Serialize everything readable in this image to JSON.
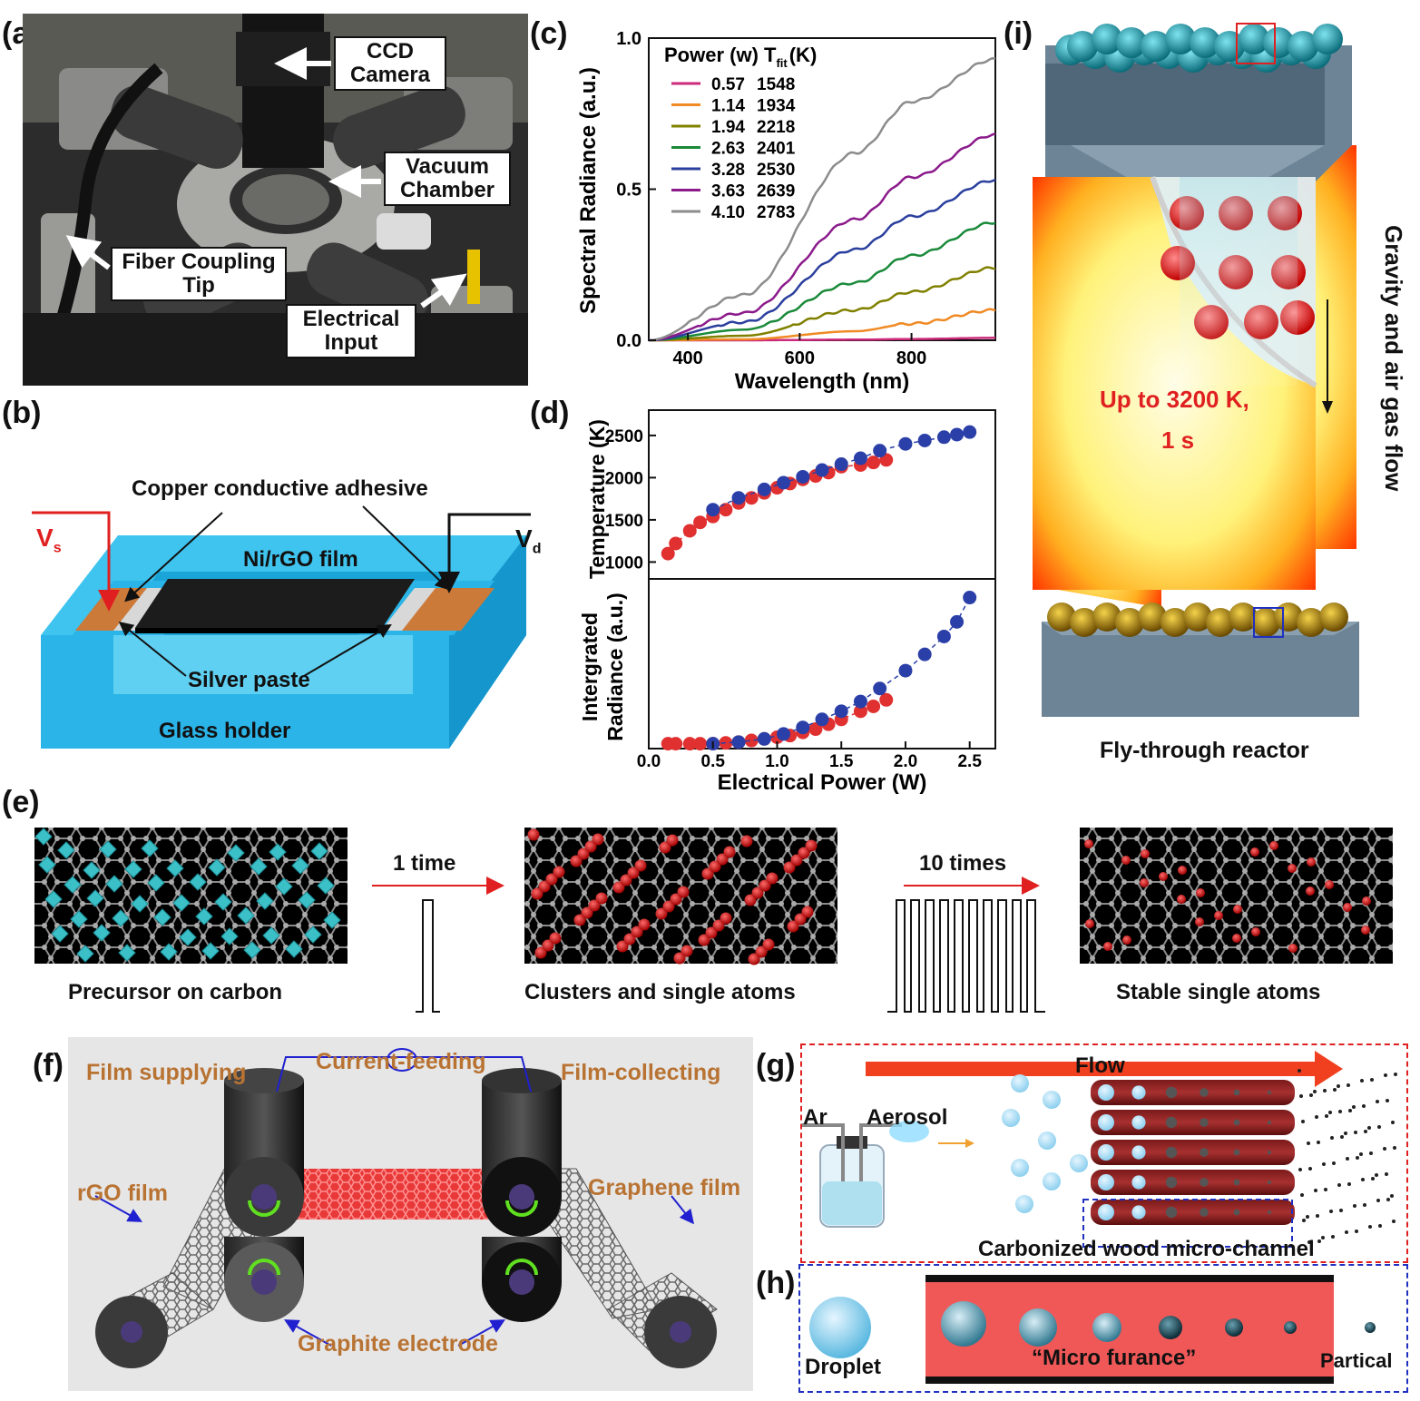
{
  "panels": {
    "a": {
      "label": "(a)",
      "callouts": [
        "CCD Camera",
        "Vacuum Chamber",
        "Fiber Coupling Tip",
        "Electrical Input"
      ]
    },
    "b": {
      "label": "(b)",
      "vs": "V",
      "vs_sub": "s",
      "vd": "V",
      "vd_sub": "d",
      "copper": "Copper conductive adhesive",
      "film": "Ni/rGO film",
      "silver": "Silver paste",
      "glass": "Glass holder"
    },
    "c": {
      "label": "(c)",
      "ylabel": "Spectral Radiance (a.u.)",
      "xlabel": "Wavelength (nm)",
      "legend_title_power": "Power (w)",
      "legend_title_T": "T",
      "legend_title_T_sub": "fit",
      "legend_title_unit": "(K)",
      "xticks": [
        "400",
        "600",
        "800"
      ],
      "yticks": [
        "0.0",
        "0.5",
        "1.0"
      ]
    },
    "d": {
      "label": "(d)",
      "ylabel_top": "Temperature (K)",
      "ylabel_bottom_1": "Intergrated",
      "ylabel_bottom_2": "Radiance (a.u.)",
      "xlabel": "Electrical Power (W)",
      "xticks": [
        "0.0",
        "0.5",
        "1.0",
        "1.5",
        "2.0",
        "2.5"
      ],
      "yticks_top": [
        "1000",
        "1500",
        "2000",
        "2500"
      ]
    },
    "e": {
      "label": "(e)",
      "caption1": "Precursor on carbon",
      "caption2": "Clusters and single atoms",
      "caption3": "Stable single atoms",
      "pulse1": "1 time",
      "pulse2": "10 times"
    },
    "f": {
      "label": "(f)",
      "film_supplying": "Film supplying",
      "current_feeding": "Current-feeding",
      "film_collecting": "Film-collecting",
      "rgo": "rGO film",
      "graphene": "Graphene film",
      "electrode": "Graphite electrode"
    },
    "g": {
      "label": "(g)",
      "flow": "Flow",
      "ar": "Ar",
      "aerosol": "Aerosol",
      "channel": "Carbonized wood micro-channel"
    },
    "h": {
      "label": "(h)",
      "droplet": "Droplet",
      "furnace": "“Micro furance”",
      "partical": "Partical"
    },
    "i": {
      "label": "(i)",
      "temp1": "Up to 3200 K,",
      "temp2": "1 s",
      "gravity": "Gravity and air gas flow",
      "caption": "Fly-through reactor"
    }
  },
  "chart_data": [
    {
      "type": "line",
      "panel": "c",
      "xlabel": "Wavelength (nm)",
      "ylabel": "Spectral Radiance (a.u.)",
      "xlim": [
        330,
        950
      ],
      "ylim": [
        0,
        1.0
      ],
      "legend": "top-left",
      "series": [
        {
          "name": "0.57  1548",
          "power": "0.57",
          "t": "1548",
          "color": "#cc2a7a",
          "x": [
            330,
            500,
            700,
            800,
            950
          ],
          "y": [
            0,
            0,
            0.002,
            0.004,
            0.008
          ]
        },
        {
          "name": "1.14  1934",
          "power": "1.14",
          "t": "1934",
          "color": "#f08a24",
          "x": [
            330,
            500,
            700,
            800,
            950
          ],
          "y": [
            0,
            0.003,
            0.03,
            0.055,
            0.1
          ]
        },
        {
          "name": "1.94  2218",
          "power": "1.94",
          "t": "2218",
          "color": "#808000",
          "x": [
            330,
            500,
            700,
            800,
            950
          ],
          "y": [
            0,
            0.015,
            0.1,
            0.16,
            0.24
          ]
        },
        {
          "name": "2.63  2401",
          "power": "2.63",
          "t": "2401",
          "color": "#1a8a3a",
          "x": [
            330,
            500,
            700,
            800,
            950
          ],
          "y": [
            0,
            0.035,
            0.19,
            0.28,
            0.39
          ]
        },
        {
          "name": "3.28  2530",
          "power": "3.28",
          "t": "2530",
          "color": "#2b3f9e",
          "x": [
            330,
            500,
            700,
            800,
            950
          ],
          "y": [
            0,
            0.06,
            0.3,
            0.41,
            0.53
          ]
        },
        {
          "name": "3.63  2639",
          "power": "3.63",
          "t": "2639",
          "color": "#8b1a8b",
          "x": [
            330,
            500,
            700,
            800,
            950
          ],
          "y": [
            0,
            0.09,
            0.4,
            0.54,
            0.68
          ]
        },
        {
          "name": "4.10  2783",
          "power": "4.10",
          "t": "2783",
          "color": "#8c8c8c",
          "x": [
            330,
            500,
            700,
            800,
            950
          ],
          "y": [
            0,
            0.15,
            0.62,
            0.79,
            0.93
          ]
        }
      ]
    },
    {
      "type": "scatter",
      "panel": "d-top",
      "ylabel": "Temperature (K)",
      "xlim": [
        0,
        2.7
      ],
      "ylim": [
        800,
        2800
      ],
      "series": [
        {
          "name": "",
          "color": "#e03030",
          "x": [
            0.15,
            0.21,
            0.32,
            0.4,
            0.5,
            0.6,
            0.7,
            0.8,
            0.9,
            1.0,
            1.1,
            1.2,
            1.3,
            1.4,
            1.5,
            1.65,
            1.75,
            1.85
          ],
          "y": [
            1100,
            1220,
            1370,
            1470,
            1540,
            1620,
            1700,
            1760,
            1820,
            1880,
            1930,
            1980,
            2020,
            2060,
            2130,
            2150,
            2180,
            2210
          ]
        },
        {
          "name": "",
          "color": "#2b3fa8",
          "x": [
            0.5,
            0.7,
            0.9,
            1.05,
            1.2,
            1.35,
            1.5,
            1.65,
            1.8,
            2.0,
            2.15,
            2.3,
            2.4,
            2.5
          ],
          "y": [
            1620,
            1760,
            1860,
            1940,
            2010,
            2090,
            2160,
            2230,
            2320,
            2400,
            2440,
            2480,
            2510,
            2540
          ]
        }
      ]
    },
    {
      "type": "scatter",
      "panel": "d-bottom",
      "ylabel": "Intergrated Radiance (a.u.)",
      "xlabel": "Electrical Power (W)",
      "xlim": [
        0,
        2.7
      ],
      "ylim": [
        0,
        1.0
      ],
      "series": [
        {
          "name": "",
          "color": "#e03030",
          "x": [
            0.15,
            0.21,
            0.32,
            0.4,
            0.5,
            0.6,
            0.7,
            0.8,
            0.9,
            1.0,
            1.1,
            1.2,
            1.3,
            1.4,
            1.5,
            1.65,
            1.75,
            1.85
          ],
          "y": [
            0.03,
            0.03,
            0.03,
            0.03,
            0.03,
            0.035,
            0.04,
            0.05,
            0.06,
            0.07,
            0.08,
            0.1,
            0.12,
            0.15,
            0.18,
            0.23,
            0.26,
            0.3
          ]
        },
        {
          "name": "",
          "color": "#2b3fa8",
          "x": [
            0.5,
            0.7,
            0.9,
            1.05,
            1.2,
            1.35,
            1.5,
            1.65,
            1.8,
            2.0,
            2.15,
            2.3,
            2.4,
            2.5
          ],
          "y": [
            0.03,
            0.04,
            0.06,
            0.09,
            0.13,
            0.18,
            0.23,
            0.29,
            0.37,
            0.48,
            0.58,
            0.69,
            0.78,
            0.93
          ]
        }
      ]
    }
  ]
}
